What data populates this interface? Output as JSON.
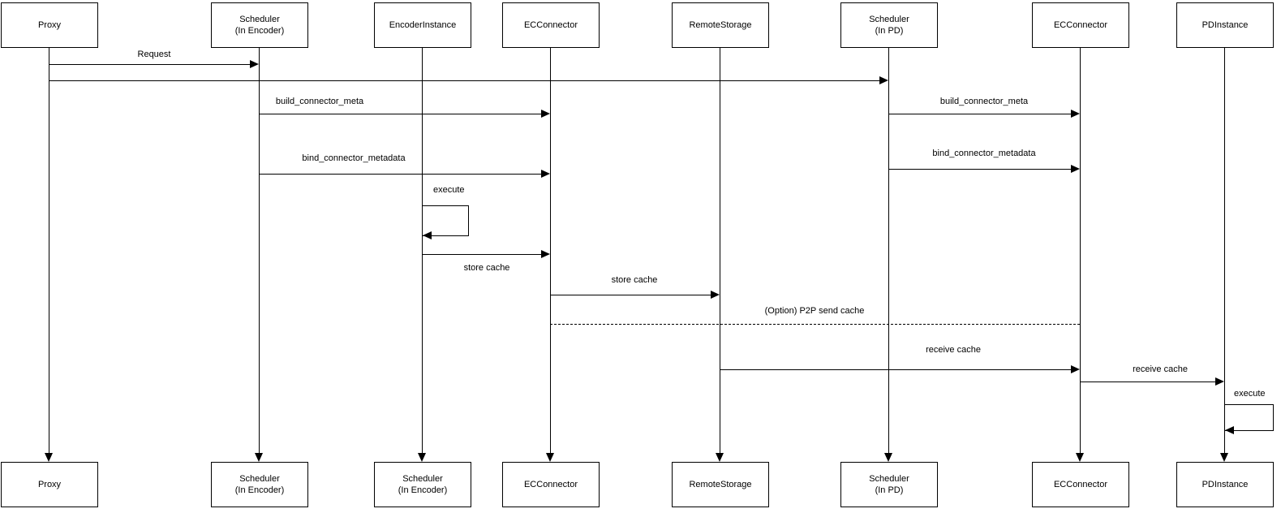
{
  "diagram": {
    "type": "sequence-diagram",
    "background_color": "#ffffff",
    "line_color": "#000000",
    "text_color": "#000000"
  },
  "actors": [
    {
      "top": "Proxy",
      "bottom": "Proxy"
    },
    {
      "top": "Scheduler\n(In Encoder)",
      "bottom": "Scheduler\n(In Encoder)"
    },
    {
      "top": "EncoderInstance",
      "bottom": "Scheduler\n(In Encoder)"
    },
    {
      "top": "ECConnector",
      "bottom": "ECConnector"
    },
    {
      "top": "RemoteStorage",
      "bottom": "RemoteStorage"
    },
    {
      "top": "Scheduler\n(In PD)",
      "bottom": "Scheduler\n(In PD)"
    },
    {
      "top": "ECConnector",
      "bottom": "ECConnector"
    },
    {
      "top": "PDInstance",
      "bottom": "PDInstance"
    }
  ],
  "messages": [
    {
      "label": "Request",
      "from": "Proxy",
      "to": "Scheduler (In Encoder)",
      "style": "solid-arrow"
    },
    {
      "label": "",
      "from": "Proxy",
      "to": "Scheduler (In PD)",
      "style": "solid-arrow"
    },
    {
      "label": "build_connector_meta",
      "from": "Scheduler (In Encoder)",
      "to": "ECConnector",
      "style": "solid-arrow"
    },
    {
      "label": "build_connector_meta",
      "from": "Scheduler (In PD)",
      "to": "ECConnector",
      "style": "solid-arrow"
    },
    {
      "label": "bind_connector_metadata",
      "from": "Scheduler (In Encoder)",
      "to": "ECConnector",
      "style": "solid-arrow"
    },
    {
      "label": "bind_connector_metadata",
      "from": "Scheduler (In PD)",
      "to": "ECConnector",
      "style": "solid-arrow"
    },
    {
      "label": "execute",
      "from": "EncoderInstance",
      "to": "EncoderInstance",
      "style": "self-loop"
    },
    {
      "label": "store cache",
      "from": "EncoderInstance",
      "to": "ECConnector",
      "style": "solid-arrow"
    },
    {
      "label": "store cache",
      "from": "ECConnector",
      "to": "RemoteStorage",
      "style": "solid-arrow"
    },
    {
      "label": "(Option) P2P send cache",
      "from": "ECConnector",
      "to": "ECConnector",
      "style": "dashed-line"
    },
    {
      "label": "receive cache",
      "from": "RemoteStorage",
      "to": "ECConnector",
      "style": "solid-arrow"
    },
    {
      "label": "receive cache",
      "from": "ECConnector",
      "to": "PDInstance",
      "style": "solid-arrow"
    },
    {
      "label": "execute",
      "from": "PDInstance",
      "to": "PDInstance",
      "style": "self-loop"
    }
  ]
}
